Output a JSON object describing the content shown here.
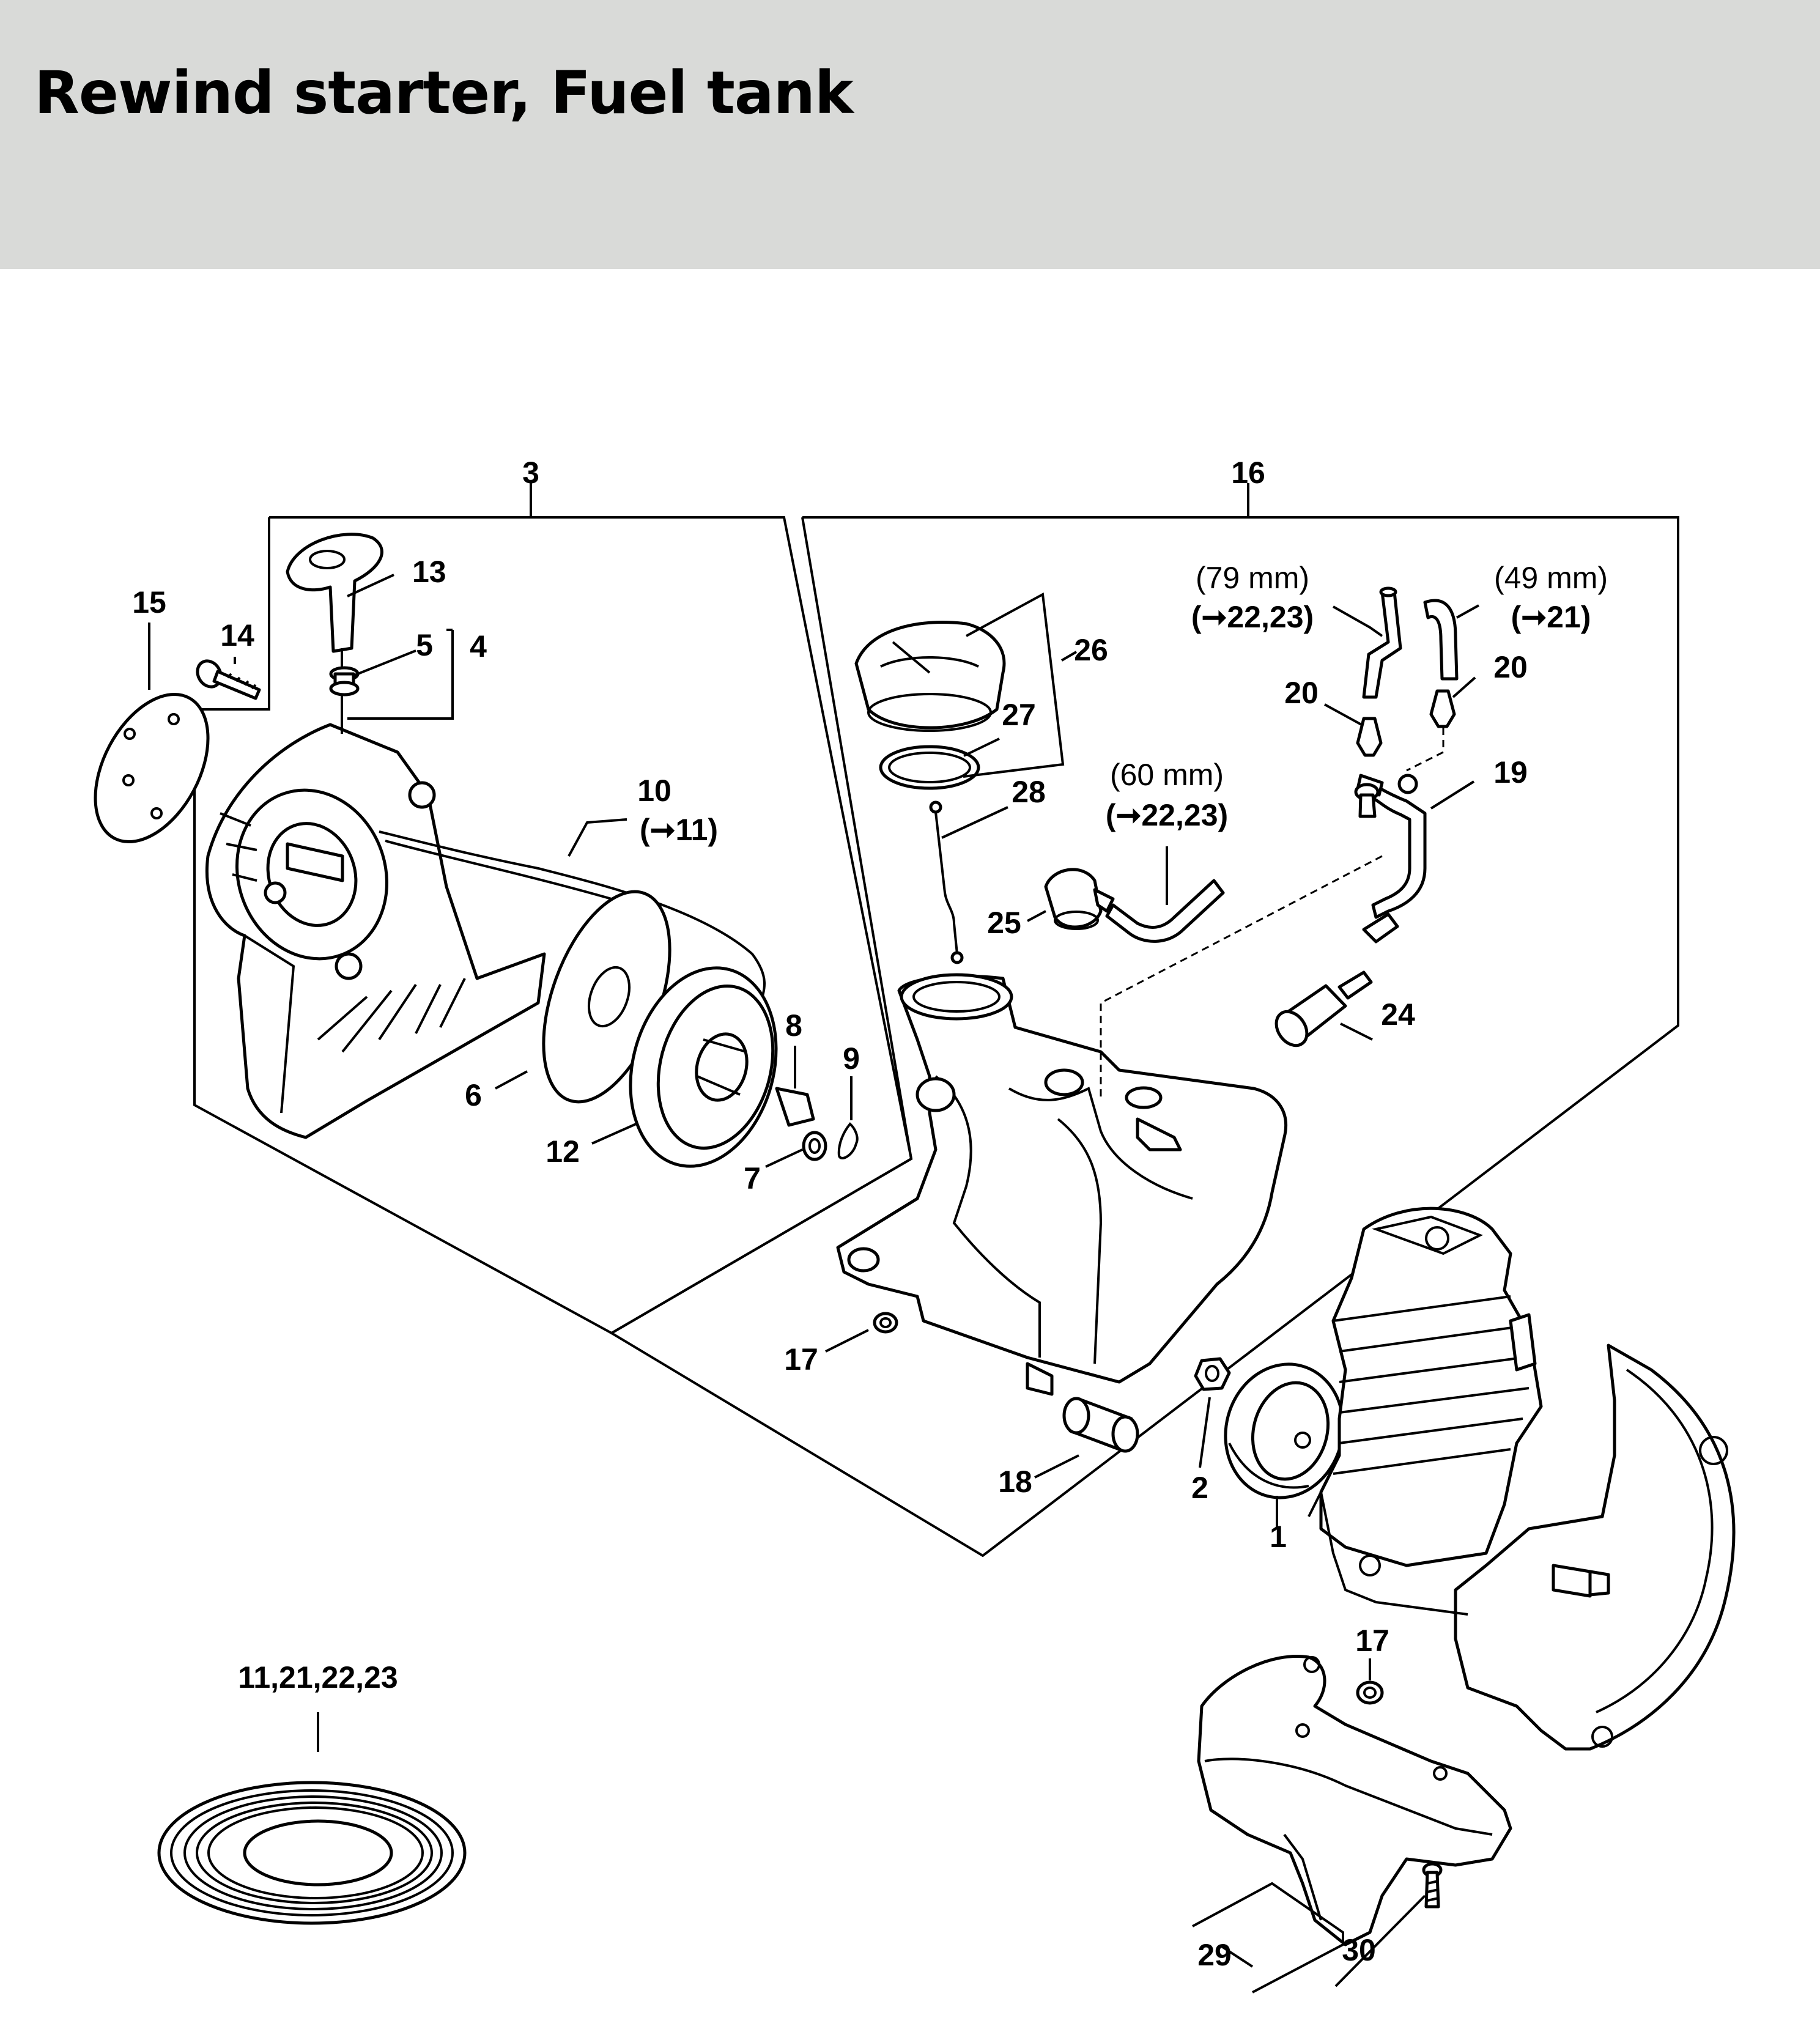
{
  "title": "Rewind starter, Fuel tank",
  "colors": {
    "header_bg": "#d9dad8",
    "ink": "#000000",
    "background": "#ffffff"
  },
  "callouts": {
    "c1": "1",
    "c2": "2",
    "c3": "3",
    "c4": "4",
    "c5": "5",
    "c6": "6",
    "c7": "7",
    "c8": "8",
    "c9": "9",
    "c10": "10",
    "c10_ref": "(➞11)",
    "c12": "12",
    "c13": "13",
    "c14": "14",
    "c15": "15",
    "c16": "16",
    "c17a": "17",
    "c17b": "17",
    "c18": "18",
    "c19": "19",
    "c20a": "20",
    "c20b": "20",
    "c24": "24",
    "c25": "25",
    "c26": "26",
    "c27": "27",
    "c28": "28",
    "c29": "29",
    "c30": "30",
    "c11_21_22_23": "11,21,22,23"
  },
  "notes": {
    "hose_79": "(79 mm)",
    "hose_79_ref": "(➞22,23)",
    "hose_49": "(49 mm)",
    "hose_49_ref": "(➞21)",
    "hose_60": "(60 mm)",
    "hose_60_ref": "(➞22,23)"
  }
}
